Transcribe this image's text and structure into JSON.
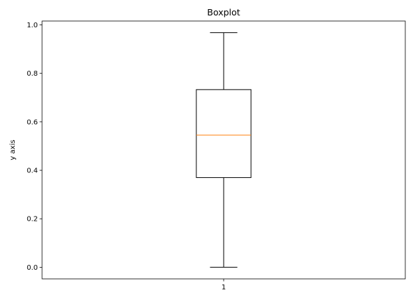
{
  "chart_data": {
    "type": "boxplot",
    "title": "Boxplot",
    "xlabel": "",
    "ylabel": "y axis",
    "categories": [
      "1"
    ],
    "boxes": [
      {
        "category": "1",
        "whisker_low": 0.0,
        "q1": 0.37,
        "median": 0.545,
        "q3": 0.733,
        "whisker_high": 0.968
      }
    ],
    "ylim": [
      -0.048,
      1.016
    ],
    "yticks": [
      0.0,
      0.2,
      0.4,
      0.6,
      0.8,
      1.0
    ],
    "ytick_labels": [
      "0.0",
      "0.2",
      "0.4",
      "0.6",
      "0.8",
      "1.0"
    ],
    "grid": false,
    "colors": {
      "box": "#000000",
      "median": "#ff7f0e",
      "axes": "#000000",
      "background": "#ffffff"
    }
  }
}
